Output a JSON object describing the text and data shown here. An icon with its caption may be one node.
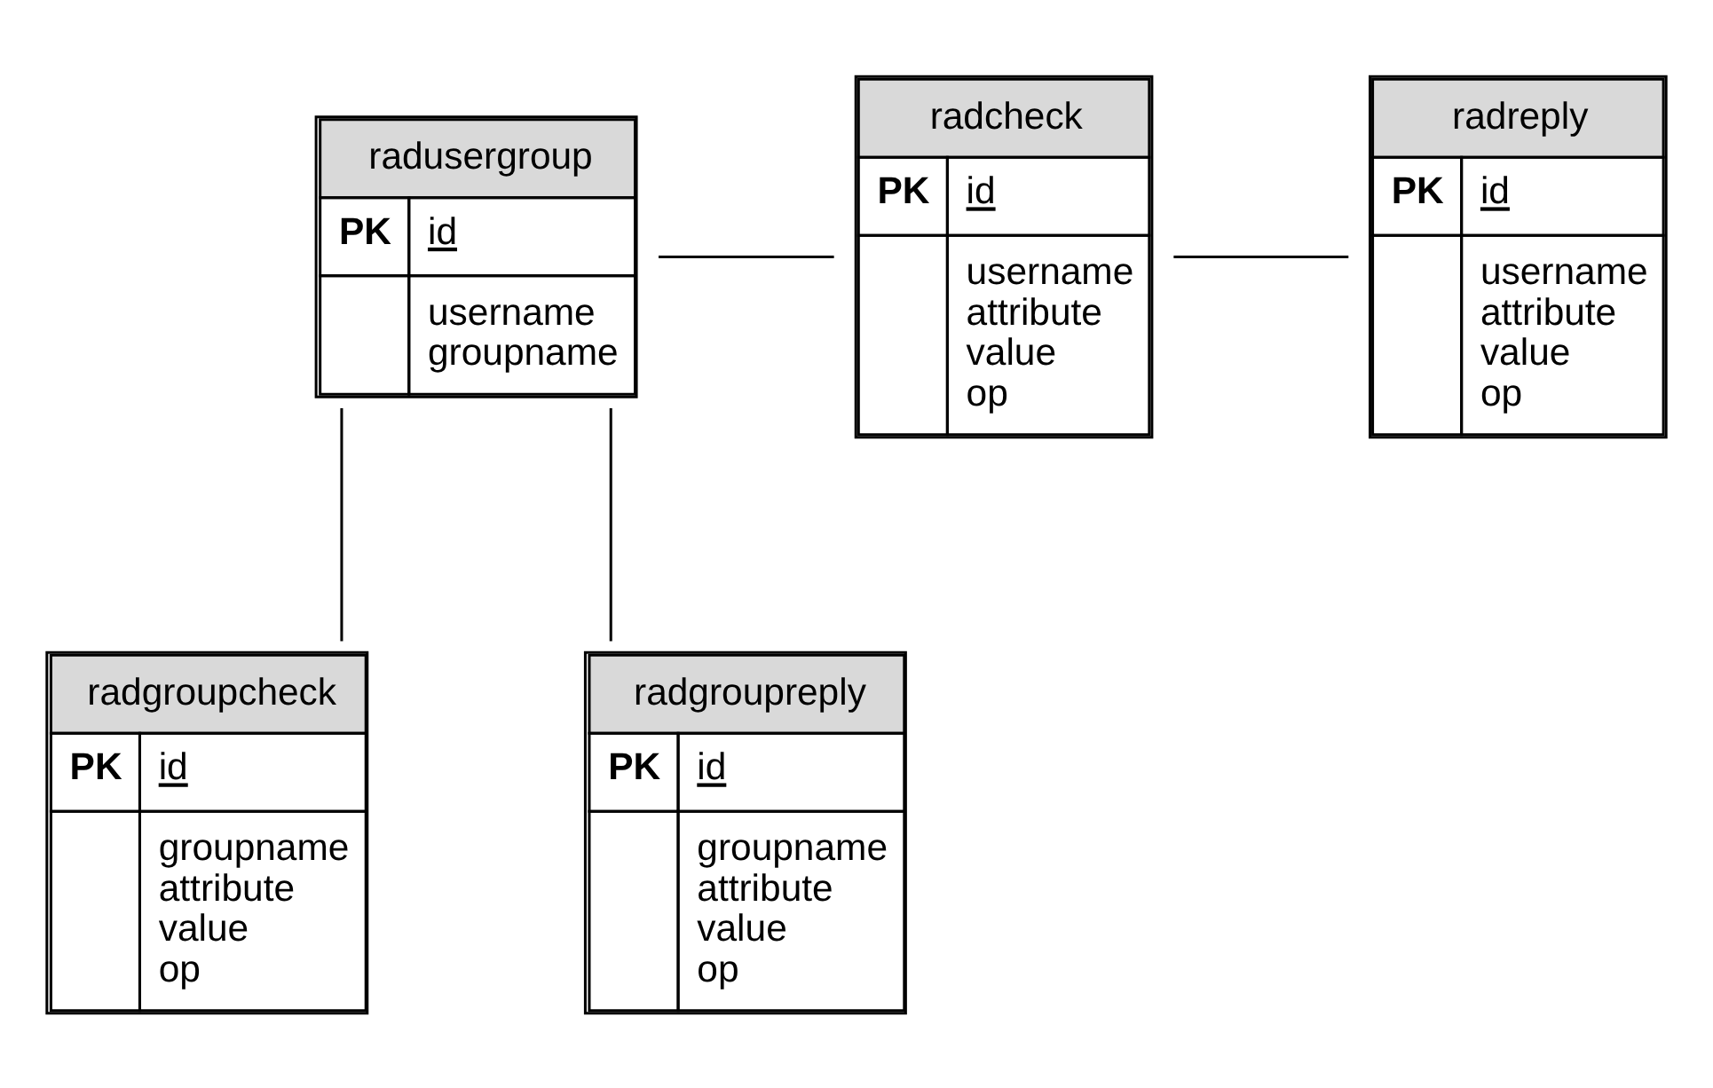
{
  "diagram": {
    "nodes": [
      {
        "text": [
          "radusergroup",
          "PK",
          "id",
          "username groupname"
        ]
      },
      {
        "text": [
          "radcheck",
          "PK",
          "id",
          "username attribute value op"
        ]
      },
      {
        "text": [
          "radreply",
          "PK",
          "id",
          "username attribute value op"
        ]
      },
      {
        "text": [
          "radgroupcheck",
          "PK",
          "id",
          "groupname attribute value op"
        ]
      },
      {
        "text": [
          "radgroupreply",
          "PK",
          "id",
          "groupname attribute value op"
        ]
      }
    ],
    "edges": [
      {
        "from": 0,
        "to": 1,
        "arrow": "none"
      },
      {
        "from": 1,
        "to": 2,
        "arrow": "none"
      },
      {
        "from": 0,
        "to": 3,
        "arrow": "none"
      },
      {
        "from": 0,
        "to": 4,
        "arrow": "none"
      }
    ]
  }
}
